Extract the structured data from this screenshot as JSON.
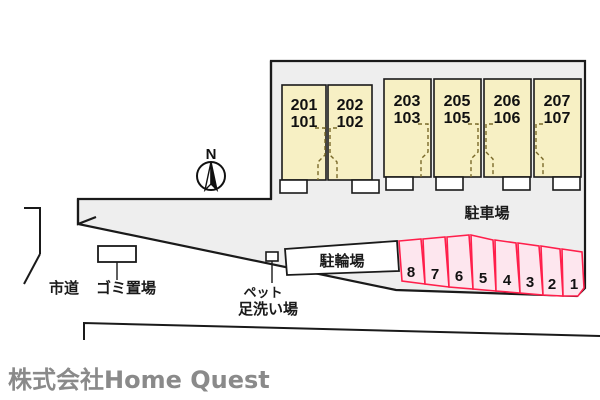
{
  "plan": {
    "title_company": "株式会社Home Quest",
    "compass": {
      "label": "N",
      "name": "north-arrow"
    },
    "colors": {
      "site_fill": "#eeeeee",
      "building_fill": "#f7f0c4",
      "stall_fill": "#fde6ee",
      "stall_stroke": "#ff1f4b",
      "outline": "#1a1a1a",
      "brand_text": "#8a8a8a"
    },
    "building": {
      "label": "building-block",
      "units": [
        {
          "upper": "201",
          "lower": "101"
        },
        {
          "upper": "202",
          "lower": "102"
        },
        {
          "upper": "203",
          "lower": "103"
        },
        {
          "upper": "205",
          "lower": "105"
        },
        {
          "upper": "206",
          "lower": "106"
        },
        {
          "upper": "207",
          "lower": "107"
        }
      ]
    },
    "parking": {
      "label": "駐車場",
      "stalls": [
        "8",
        "7",
        "6",
        "5",
        "4",
        "3",
        "2",
        "1"
      ]
    },
    "bicycle_parking": {
      "label": "駐輪場"
    },
    "garbage_area": {
      "label": "ゴミ置場"
    },
    "pet_wash": {
      "label_line1": "ペット",
      "label_line2": "足洗い場"
    },
    "city_road": {
      "label": "市道"
    }
  }
}
